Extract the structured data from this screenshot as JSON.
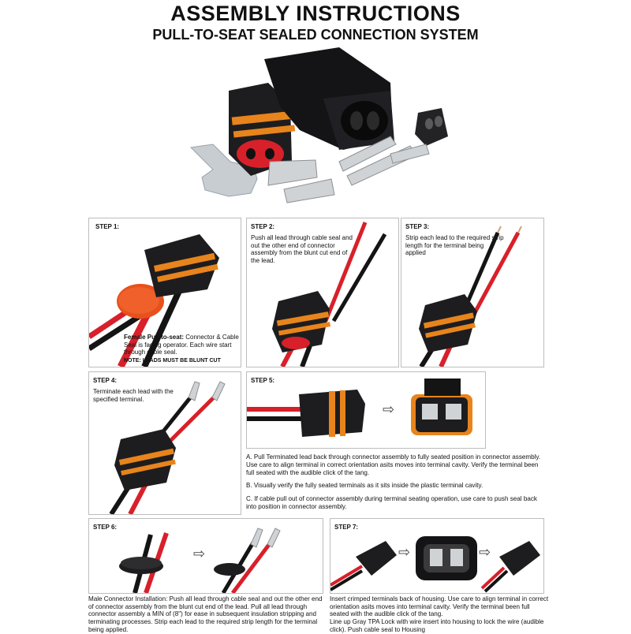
{
  "header": {
    "title": "ASSEMBLY INSTRUCTIONS",
    "subtitle": "PULL-TO-SEAT SEALED CONNECTION SYSTEM"
  },
  "steps": {
    "s1": {
      "label": "STEP 1:",
      "caption_bold": "Female Pull-to-seat:",
      "caption": " Connector & Cable Seal is facing operator. Each wire start through cable seal.",
      "note": "NOTE:  LEADS MUST BE BLUNT CUT"
    },
    "s2": {
      "label": "STEP 2:",
      "text": "Push all lead through cable seal and out  the other end of connector assembly from the blunt cut end of the lead."
    },
    "s3": {
      "label": "STEP 3:",
      "text": "Strip each lead to the required strip length for the terminal being applied"
    },
    "s4": {
      "label": "STEP 4:",
      "text": "Terminate each lead with the specified terminal."
    },
    "s5": {
      "label": "STEP 5:",
      "items": [
        "A.  Pull Terminated lead back through connector assembly to fully seated position in connector assembly. Use care to align terminal in correct orientation asits moves into terminal cavity. Verify the terminal been full seated with the audible click of the tang.",
        "B.  Visually verify the fully seated terminals as it sits inside the plastic terminal cavity.",
        "C.  If cable pull out of connector assembly during terminal seating operation, use care to push seal back into position in connector assembly."
      ]
    },
    "s6": {
      "label": "STEP 6:",
      "text": "Male Connector Installation: Push all lead through cable seal and out  the other end of connector assembly from the blunt cut end of the lead. Pull all lead through connector assembly a MIN of (8\") for ease in subsequent insulation stripping and terminating processes. Strip each lead to the required strip length for the terminal being applied."
    },
    "s7": {
      "label": "STEP 7:",
      "text": "Insert crimped terminals back of housing. Use care to align terminal in correct orientation asits moves into terminal cavity. Verify the terminal been full seated with the audible click of the tang.\nLine up Gray TPA Lock with wire insert into housing to lock the wire (audible click). Push cable seal to Housing"
    }
  },
  "colors": {
    "connector": "#1d1d1f",
    "seal": "#e8841c",
    "red_wire": "#d8202a",
    "black_wire": "#141414",
    "panel_border": "#bdbdbd"
  }
}
